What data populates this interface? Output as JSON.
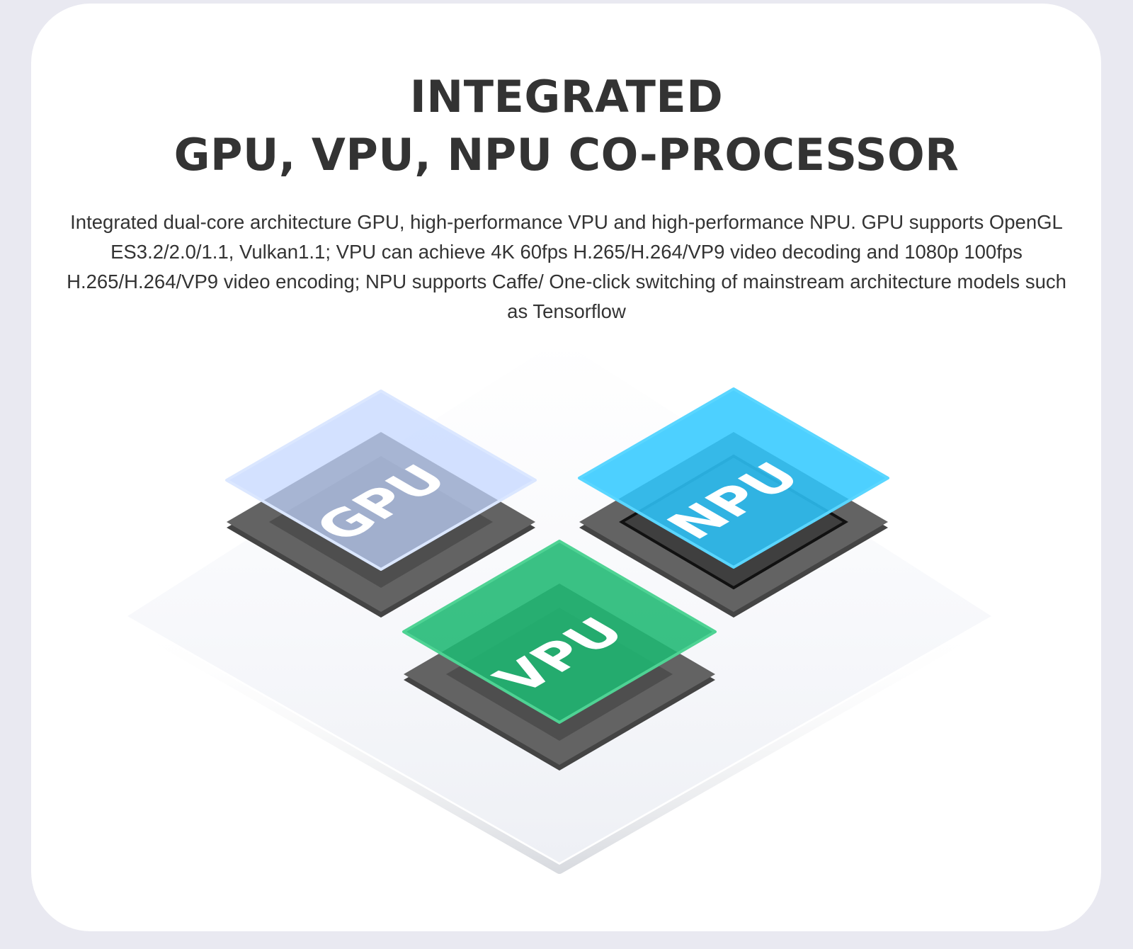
{
  "heading": {
    "line1": "INTEGRATED",
    "line2": "GPU, VPU, NPU CO-PROCESSOR"
  },
  "description": "Integrated dual-core architecture GPU, high-performance VPU and high-performance NPU. GPU supports OpenGL ES3.2/2.0/1.1, Vulkan1.1; VPU can achieve 4K 60fps H.265/H.264/VP9 video decoding and 1080p 100fps H.265/H.264/VP9 video encoding; NPU supports Caffe/ One-click switching of mainstream architecture models such as Tensorflow",
  "chips": {
    "gpu": {
      "label": "GPU",
      "color": "#c2d6ff"
    },
    "npu": {
      "label": "NPU",
      "color": "#2ec8ff"
    },
    "vpu": {
      "label": "VPU",
      "color": "#1fb873"
    }
  },
  "colors": {
    "page_background": "#e9e9f1",
    "card_background": "#ffffff",
    "text": "#333333",
    "chip_base": "#636363"
  }
}
